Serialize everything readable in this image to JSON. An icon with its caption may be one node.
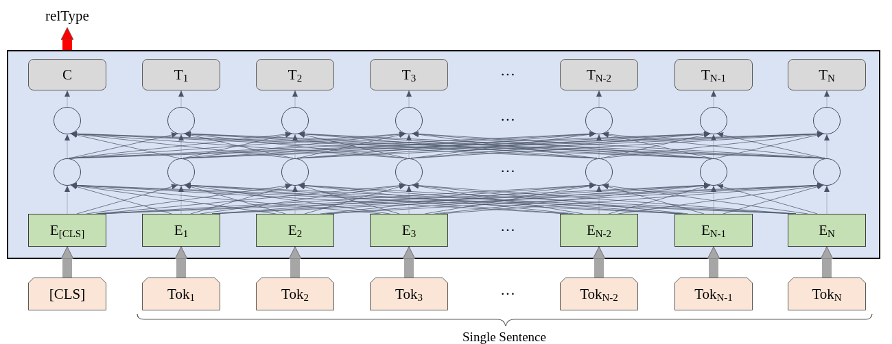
{
  "diagram": {
    "nodes": [
      {
        "text": [
          "relType"
        ]
      },
      {
        "text": [],
        "shape": "box"
      },
      {
        "text": [
          "C"
        ],
        "in": 1
      },
      {
        "text": [
          "T$_{1}$"
        ],
        "in": 1
      },
      {
        "text": [
          "T$_{2}$"
        ],
        "in": 1
      },
      {
        "text": [
          "T$_{3}$"
        ],
        "in": 1
      },
      {
        "text": [
          "T$_{N-2}$"
        ],
        "in": 1
      },
      {
        "text": [
          "T$_{N-1}$"
        ],
        "in": 1
      },
      {
        "text": [
          "T$_{N}$"
        ],
        "in": 1
      },
      {
        "text": [],
        "shape": "circle",
        "in": 1
      },
      {
        "text": [],
        "shape": "circle",
        "in": 1
      },
      {
        "text": [],
        "shape": "circle",
        "in": 1
      },
      {
        "text": [],
        "shape": "circle",
        "in": 1
      },
      {
        "text": [],
        "shape": "circle",
        "in": 1
      },
      {
        "text": [],
        "shape": "circle",
        "in": 1
      },
      {
        "text": [],
        "shape": "circle",
        "in": 1
      },
      {
        "text": [],
        "shape": "circle",
        "in": 1
      },
      {
        "text": [],
        "shape": "circle",
        "in": 1
      },
      {
        "text": [],
        "shape": "circle",
        "in": 1
      },
      {
        "text": [],
        "shape": "circle",
        "in": 1
      },
      {
        "text": [],
        "shape": "circle",
        "in": 1
      },
      {
        "text": [],
        "shape": "circle",
        "in": 1
      },
      {
        "text": [],
        "shape": "circle",
        "in": 1
      },
      {
        "text": [
          "E$_{[CLS]}$"
        ],
        "in": 1
      },
      {
        "text": [
          "E$_{1}$"
        ],
        "in": 1
      },
      {
        "text": [
          "E$_{2}$"
        ],
        "in": 1
      },
      {
        "text": [
          "E$_{3}$"
        ],
        "in": 1
      },
      {
        "text": [
          "E$_{N-2}$"
        ],
        "in": 1
      },
      {
        "text": [
          "E$_{N-1}$"
        ],
        "in": 1
      },
      {
        "text": [
          "E$_{N}$"
        ],
        "in": 1
      },
      {
        "text": [
          "[CLS]"
        ]
      },
      {
        "text": [
          "Tok$_{1}$"
        ]
      },
      {
        "text": [
          "Tok$_{2}$"
        ]
      },
      {
        "text": [
          "Tok$_{3}$"
        ]
      },
      {
        "text": [
          "Tok$_{N-2}$"
        ]
      },
      {
        "text": [
          "Tok$_{N-1}$"
        ]
      },
      {
        "text": [
          "Tok$_{N}$"
        ]
      }
    ],
    "edges": [
      {
        "from": 1,
        "to": 0,
        "arrow": "to",
        "style": "thick",
        "color": "#ff0000"
      },
      {
        "from": 30,
        "to": 23,
        "arrow": "to",
        "style": "thick",
        "color": "#a6a6a6"
      },
      {
        "from": 31,
        "to": 24,
        "arrow": "to",
        "style": "thick",
        "color": "#a6a6a6"
      },
      {
        "from": 32,
        "to": 25,
        "arrow": "to",
        "style": "thick",
        "color": "#a6a6a6"
      },
      {
        "from": 33,
        "to": 26,
        "arrow": "to",
        "style": "thick",
        "color": "#a6a6a6"
      },
      {
        "from": 34,
        "to": 27,
        "arrow": "to",
        "style": "thick",
        "color": "#a6a6a6"
      },
      {
        "from": 35,
        "to": 28,
        "arrow": "to",
        "style": "thick",
        "color": "#a6a6a6"
      },
      {
        "from": 36,
        "to": 29,
        "arrow": "to",
        "style": "thick",
        "color": "#a6a6a6"
      },
      {
        "from": 23,
        "to": 16,
        "arrow": "to"
      },
      {
        "from": 23,
        "to": 17,
        "arrow": "to"
      },
      {
        "from": 23,
        "to": 18,
        "arrow": "to"
      },
      {
        "from": 23,
        "to": 19,
        "arrow": "to"
      },
      {
        "from": 23,
        "to": 20,
        "arrow": "to"
      },
      {
        "from": 23,
        "to": 21,
        "arrow": "to"
      },
      {
        "from": 23,
        "to": 22,
        "arrow": "to"
      },
      {
        "from": 24,
        "to": 16,
        "arrow": "to"
      },
      {
        "from": 24,
        "to": 17,
        "arrow": "to"
      },
      {
        "from": 24,
        "to": 18,
        "arrow": "to"
      },
      {
        "from": 24,
        "to": 19,
        "arrow": "to"
      },
      {
        "from": 24,
        "to": 20,
        "arrow": "to"
      },
      {
        "from": 24,
        "to": 21,
        "arrow": "to"
      },
      {
        "from": 24,
        "to": 22,
        "arrow": "to"
      },
      {
        "from": 25,
        "to": 16,
        "arrow": "to"
      },
      {
        "from": 25,
        "to": 17,
        "arrow": "to"
      },
      {
        "from": 25,
        "to": 18,
        "arrow": "to"
      },
      {
        "from": 25,
        "to": 19,
        "arrow": "to"
      },
      {
        "from": 25,
        "to": 20,
        "arrow": "to"
      },
      {
        "from": 25,
        "to": 21,
        "arrow": "to"
      },
      {
        "from": 25,
        "to": 22,
        "arrow": "to"
      },
      {
        "from": 26,
        "to": 16,
        "arrow": "to"
      },
      {
        "from": 26,
        "to": 17,
        "arrow": "to"
      },
      {
        "from": 26,
        "to": 18,
        "arrow": "to"
      },
      {
        "from": 26,
        "to": 19,
        "arrow": "to"
      },
      {
        "from": 26,
        "to": 20,
        "arrow": "to"
      },
      {
        "from": 26,
        "to": 21,
        "arrow": "to"
      },
      {
        "from": 26,
        "to": 22,
        "arrow": "to"
      },
      {
        "from": 27,
        "to": 16,
        "arrow": "to"
      },
      {
        "from": 27,
        "to": 17,
        "arrow": "to"
      },
      {
        "from": 27,
        "to": 18,
        "arrow": "to"
      },
      {
        "from": 27,
        "to": 19,
        "arrow": "to"
      },
      {
        "from": 27,
        "to": 20,
        "arrow": "to"
      },
      {
        "from": 27,
        "to": 21,
        "arrow": "to"
      },
      {
        "from": 27,
        "to": 22,
        "arrow": "to"
      },
      {
        "from": 28,
        "to": 16,
        "arrow": "to"
      },
      {
        "from": 28,
        "to": 17,
        "arrow": "to"
      },
      {
        "from": 28,
        "to": 18,
        "arrow": "to"
      },
      {
        "from": 28,
        "to": 19,
        "arrow": "to"
      },
      {
        "from": 28,
        "to": 20,
        "arrow": "to"
      },
      {
        "from": 28,
        "to": 21,
        "arrow": "to"
      },
      {
        "from": 28,
        "to": 22,
        "arrow": "to"
      },
      {
        "from": 29,
        "to": 16,
        "arrow": "to"
      },
      {
        "from": 29,
        "to": 17,
        "arrow": "to"
      },
      {
        "from": 29,
        "to": 18,
        "arrow": "to"
      },
      {
        "from": 29,
        "to": 19,
        "arrow": "to"
      },
      {
        "from": 29,
        "to": 20,
        "arrow": "to"
      },
      {
        "from": 29,
        "to": 21,
        "arrow": "to"
      },
      {
        "from": 29,
        "to": 22,
        "arrow": "to"
      },
      {
        "from": 16,
        "to": 9,
        "arrow": "to"
      },
      {
        "from": 16,
        "to": 10,
        "arrow": "to"
      },
      {
        "from": 16,
        "to": 11,
        "arrow": "to"
      },
      {
        "from": 16,
        "to": 12,
        "arrow": "to"
      },
      {
        "from": 16,
        "to": 13,
        "arrow": "to"
      },
      {
        "from": 16,
        "to": 14,
        "arrow": "to"
      },
      {
        "from": 16,
        "to": 15,
        "arrow": "to"
      },
      {
        "from": 17,
        "to": 9,
        "arrow": "to"
      },
      {
        "from": 17,
        "to": 10,
        "arrow": "to"
      },
      {
        "from": 17,
        "to": 11,
        "arrow": "to"
      },
      {
        "from": 17,
        "to": 12,
        "arrow": "to"
      },
      {
        "from": 17,
        "to": 13,
        "arrow": "to"
      },
      {
        "from": 17,
        "to": 14,
        "arrow": "to"
      },
      {
        "from": 17,
        "to": 15,
        "arrow": "to"
      },
      {
        "from": 18,
        "to": 9,
        "arrow": "to"
      },
      {
        "from": 18,
        "to": 10,
        "arrow": "to"
      },
      {
        "from": 18,
        "to": 11,
        "arrow": "to"
      },
      {
        "from": 18,
        "to": 12,
        "arrow": "to"
      },
      {
        "from": 18,
        "to": 13,
        "arrow": "to"
      },
      {
        "from": 18,
        "to": 14,
        "arrow": "to"
      },
      {
        "from": 18,
        "to": 15,
        "arrow": "to"
      },
      {
        "from": 19,
        "to": 9,
        "arrow": "to"
      },
      {
        "from": 19,
        "to": 10,
        "arrow": "to"
      },
      {
        "from": 19,
        "to": 11,
        "arrow": "to"
      },
      {
        "from": 19,
        "to": 12,
        "arrow": "to"
      },
      {
        "from": 19,
        "to": 13,
        "arrow": "to"
      },
      {
        "from": 19,
        "to": 14,
        "arrow": "to"
      },
      {
        "from": 19,
        "to": 15,
        "arrow": "to"
      },
      {
        "from": 20,
        "to": 9,
        "arrow": "to"
      },
      {
        "from": 20,
        "to": 10,
        "arrow": "to"
      },
      {
        "from": 20,
        "to": 11,
        "arrow": "to"
      },
      {
        "from": 20,
        "to": 12,
        "arrow": "to"
      },
      {
        "from": 20,
        "to": 13,
        "arrow": "to"
      },
      {
        "from": 20,
        "to": 14,
        "arrow": "to"
      },
      {
        "from": 20,
        "to": 15,
        "arrow": "to"
      },
      {
        "from": 21,
        "to": 9,
        "arrow": "to"
      },
      {
        "from": 21,
        "to": 10,
        "arrow": "to"
      },
      {
        "from": 21,
        "to": 11,
        "arrow": "to"
      },
      {
        "from": 21,
        "to": 12,
        "arrow": "to"
      },
      {
        "from": 21,
        "to": 13,
        "arrow": "to"
      },
      {
        "from": 21,
        "to": 14,
        "arrow": "to"
      },
      {
        "from": 21,
        "to": 15,
        "arrow": "to"
      },
      {
        "from": 22,
        "to": 9,
        "arrow": "to"
      },
      {
        "from": 22,
        "to": 10,
        "arrow": "to"
      },
      {
        "from": 22,
        "to": 11,
        "arrow": "to"
      },
      {
        "from": 22,
        "to": 12,
        "arrow": "to"
      },
      {
        "from": 22,
        "to": 13,
        "arrow": "to"
      },
      {
        "from": 22,
        "to": 14,
        "arrow": "to"
      },
      {
        "from": 22,
        "to": 15,
        "arrow": "to"
      },
      {
        "from": 9,
        "to": 2,
        "arrow": "to"
      },
      {
        "from": 10,
        "to": 3,
        "arrow": "to"
      },
      {
        "from": 11,
        "to": 4,
        "arrow": "to"
      },
      {
        "from": 12,
        "to": 5,
        "arrow": "to"
      },
      {
        "from": 13,
        "to": 6,
        "arrow": "to"
      },
      {
        "from": 14,
        "to": 7,
        "arrow": "to"
      },
      {
        "from": 15,
        "to": 8,
        "arrow": "to"
      }
    ],
    "labels": [
      "···",
      "···",
      "···",
      "···",
      "···",
      "Single Sentence"
    ]
  }
}
